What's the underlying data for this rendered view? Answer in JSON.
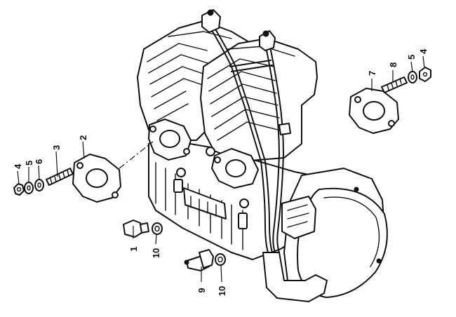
{
  "diagram": {
    "callouts": [
      {
        "id": "c1",
        "text": "1"
      },
      {
        "id": "c2",
        "text": "2"
      },
      {
        "id": "c3",
        "text": "3"
      },
      {
        "id": "c4a",
        "text": "4"
      },
      {
        "id": "c4b",
        "text": "4"
      },
      {
        "id": "c5a",
        "text": "5"
      },
      {
        "id": "c5b",
        "text": "5"
      },
      {
        "id": "c6",
        "text": "6"
      },
      {
        "id": "c7",
        "text": "7"
      },
      {
        "id": "c8",
        "text": "8"
      },
      {
        "id": "c9",
        "text": "9"
      },
      {
        "id": "c10a",
        "text": "10"
      },
      {
        "id": "c10b",
        "text": "10"
      }
    ]
  }
}
